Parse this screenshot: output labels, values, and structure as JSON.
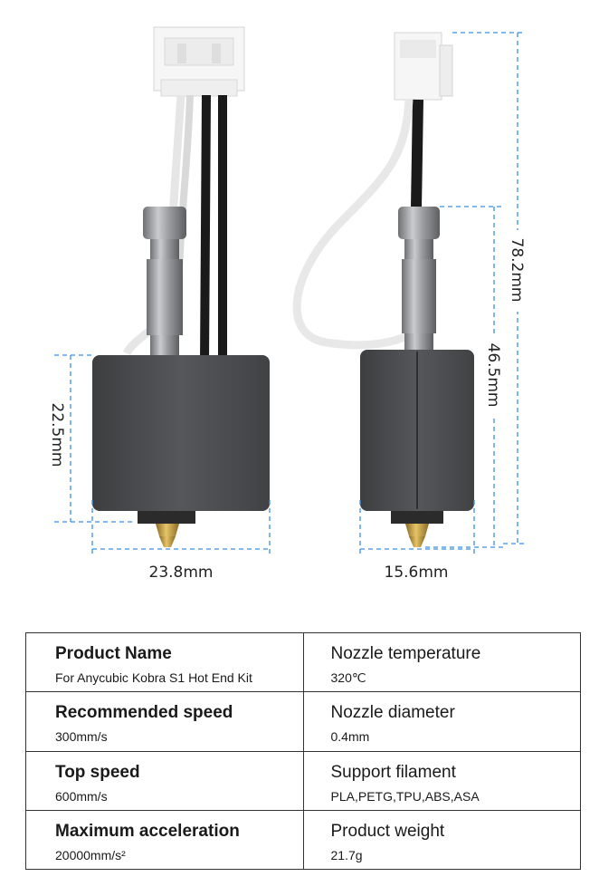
{
  "dimensions": {
    "left_height": "22.5mm",
    "left_width": "23.8mm",
    "right_width": "15.6mm",
    "right_height_total": "78.2mm",
    "right_height_body": "46.5mm"
  },
  "colors": {
    "dimension_line": "#3a8ee6",
    "heater_block": "#4b4d4f",
    "wire_black": "#1a1a1a",
    "wire_white": "#e8e8e8",
    "nozzle_brass": "#c8a24a",
    "throat_metal": "#8e9093"
  },
  "specs": {
    "rows": [
      {
        "left": {
          "title": "Product Name",
          "value": "For Anycubic Kobra S1 Hot End Kit"
        },
        "right": {
          "title": "Nozzle temperature",
          "value": "320℃"
        }
      },
      {
        "left": {
          "title": "Recommended speed",
          "value": "300mm/s"
        },
        "right": {
          "title": "Nozzle diameter",
          "value": "0.4mm"
        }
      },
      {
        "left": {
          "title": "Top speed",
          "value": "600mm/s"
        },
        "right": {
          "title": "Support filament",
          "value": "PLA,PETG,TPU,ABS,ASA"
        }
      },
      {
        "left": {
          "title": "Maximum acceleration",
          "value": "20000mm/s²"
        },
        "right": {
          "title": "Product weight",
          "value": "21.7g"
        }
      }
    ]
  }
}
